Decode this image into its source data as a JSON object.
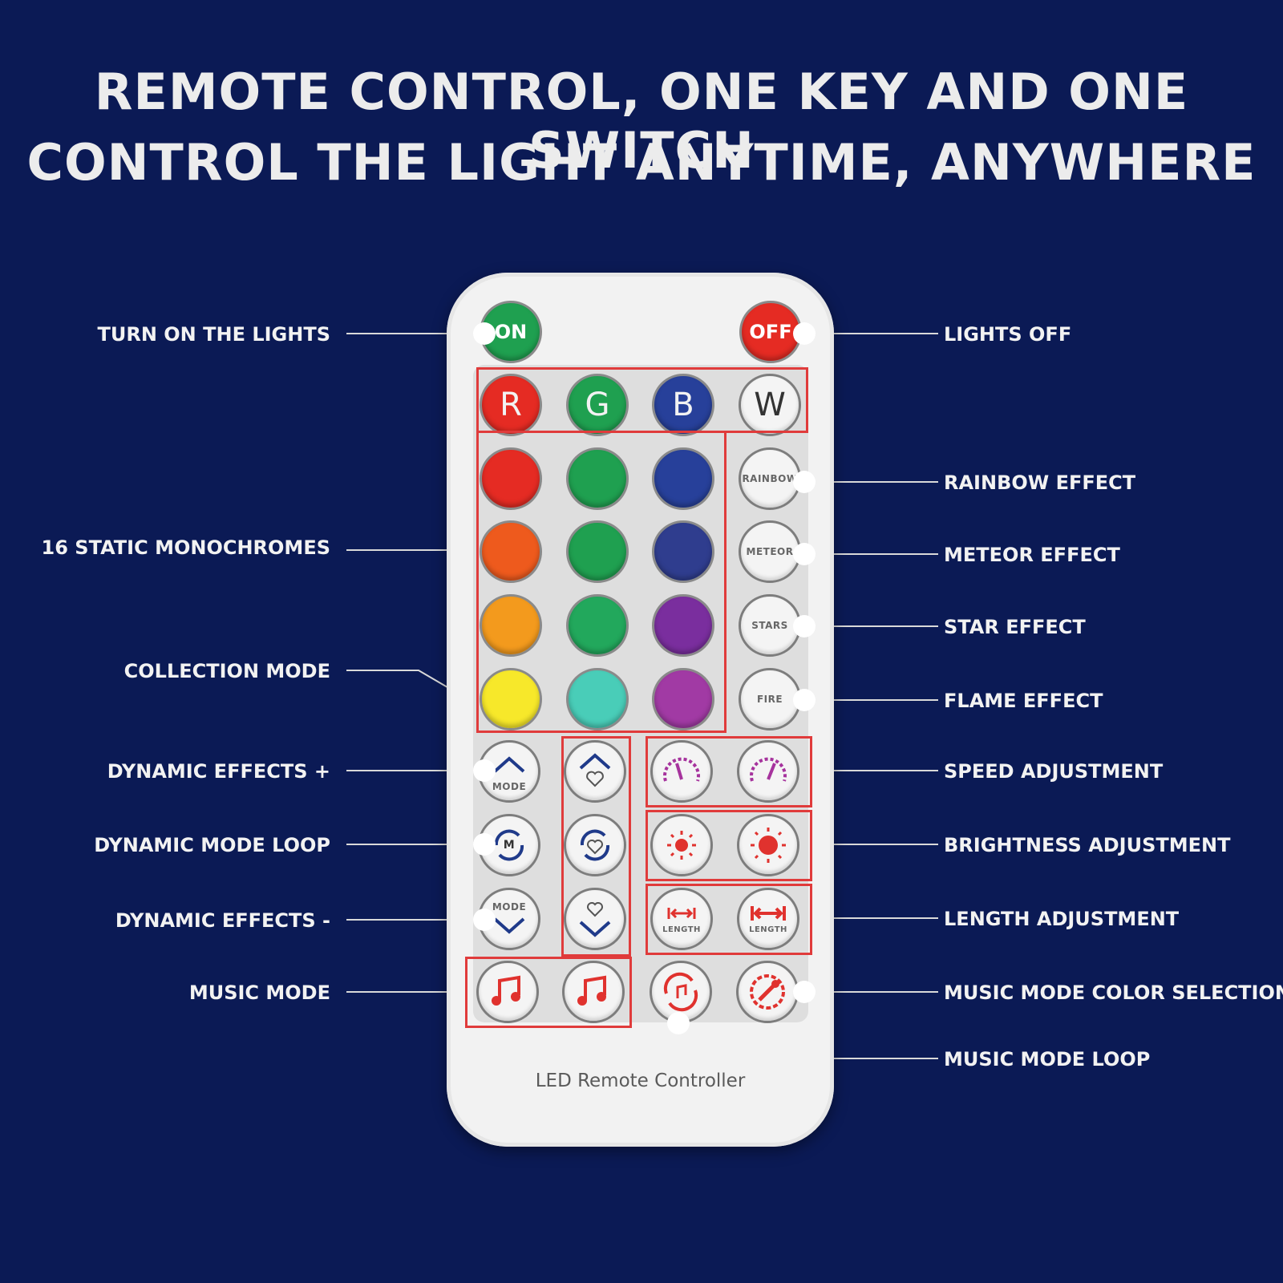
{
  "header": {
    "line1": "REMOTE CONTROL, ONE KEY AND ONE SWITCH",
    "line2": "CONTROL THE LIGHT ANYTIME, ANYWHERE"
  },
  "labels": {
    "turn_on": "TURN ON THE LIGHTS",
    "static_colors": "16 STATIC MONOCHROMES",
    "collection_mode": "COLLECTION MODE",
    "dynamic_plus": "DYNAMIC EFFECTS +",
    "dynamic_loop": "DYNAMIC MODE LOOP",
    "dynamic_minus": "DYNAMIC EFFECTS -",
    "music_mode": "MUSIC MODE",
    "lights_off": "LIGHTS OFF",
    "rainbow": "RAINBOW EFFECT",
    "meteor": "METEOR EFFECT",
    "star": "STAR EFFECT",
    "flame": "FLAME EFFECT",
    "speed": "SPEED ADJUSTMENT",
    "brightness": "BRIGHTNESS ADJUSTMENT",
    "length": "LENGTH ADJUSTMENT",
    "music_color": "MUSIC MODE COLOR SELECTION",
    "music_loop": "MUSIC MODE LOOP"
  },
  "remote": {
    "caption": "LED Remote Controller",
    "on": "ON",
    "off": "OFF",
    "r": "R",
    "g": "G",
    "b": "B",
    "w": "W",
    "rainbow": "RAINBOW",
    "meteor": "METEOR",
    "stars": "STARS",
    "fire": "FIRE",
    "mode": "MODE",
    "m": "M",
    "length": "LENGTH"
  },
  "colors": {
    "background": "#0b1a55",
    "on": "#1fa050",
    "off": "#e52b23",
    "red": "#e52b23",
    "green": "#1fa050",
    "blue": "#27409a",
    "swatches": [
      [
        "#e52b23",
        "#1fa050",
        "#27409a"
      ],
      [
        "#ee5a1d",
        "#1fa050",
        "#2f3d8e"
      ],
      [
        "#f39a1d",
        "#22a85c",
        "#7a2e9e"
      ],
      [
        "#f7e82a",
        "#49cdb8",
        "#a13aa4"
      ]
    ],
    "accent_outline": "#e03b3b",
    "icon_purple": "#a6339d",
    "icon_red": "#e0322e",
    "icon_navy": "#1f3a8a"
  }
}
